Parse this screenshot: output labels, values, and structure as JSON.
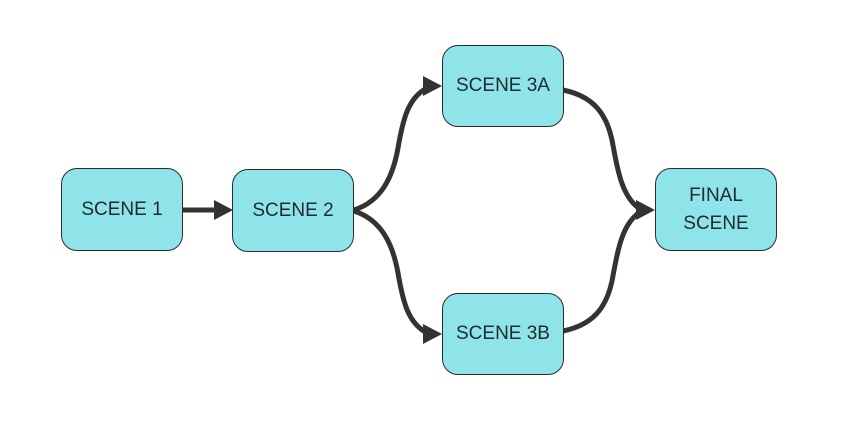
{
  "diagram": {
    "type": "flowchart",
    "nodes": [
      {
        "id": "scene1",
        "label": "SCENE 1"
      },
      {
        "id": "scene2",
        "label": "SCENE 2"
      },
      {
        "id": "scene3a",
        "label": "SCENE 3A"
      },
      {
        "id": "scene3b",
        "label": "SCENE 3B"
      },
      {
        "id": "final",
        "label": "FINAL SCENE"
      }
    ],
    "edges": [
      {
        "from": "scene1",
        "to": "scene2"
      },
      {
        "from": "scene2",
        "to": "scene3a"
      },
      {
        "from": "scene2",
        "to": "scene3b"
      },
      {
        "from": "scene3a",
        "to": "final"
      },
      {
        "from": "scene3b",
        "to": "final"
      }
    ],
    "colors": {
      "node_fill": "#8FE4E9",
      "node_border": "#2b2b2b",
      "node_text": "#1e2b30",
      "edge_stroke": "#333333",
      "background": "#ffffff"
    }
  }
}
